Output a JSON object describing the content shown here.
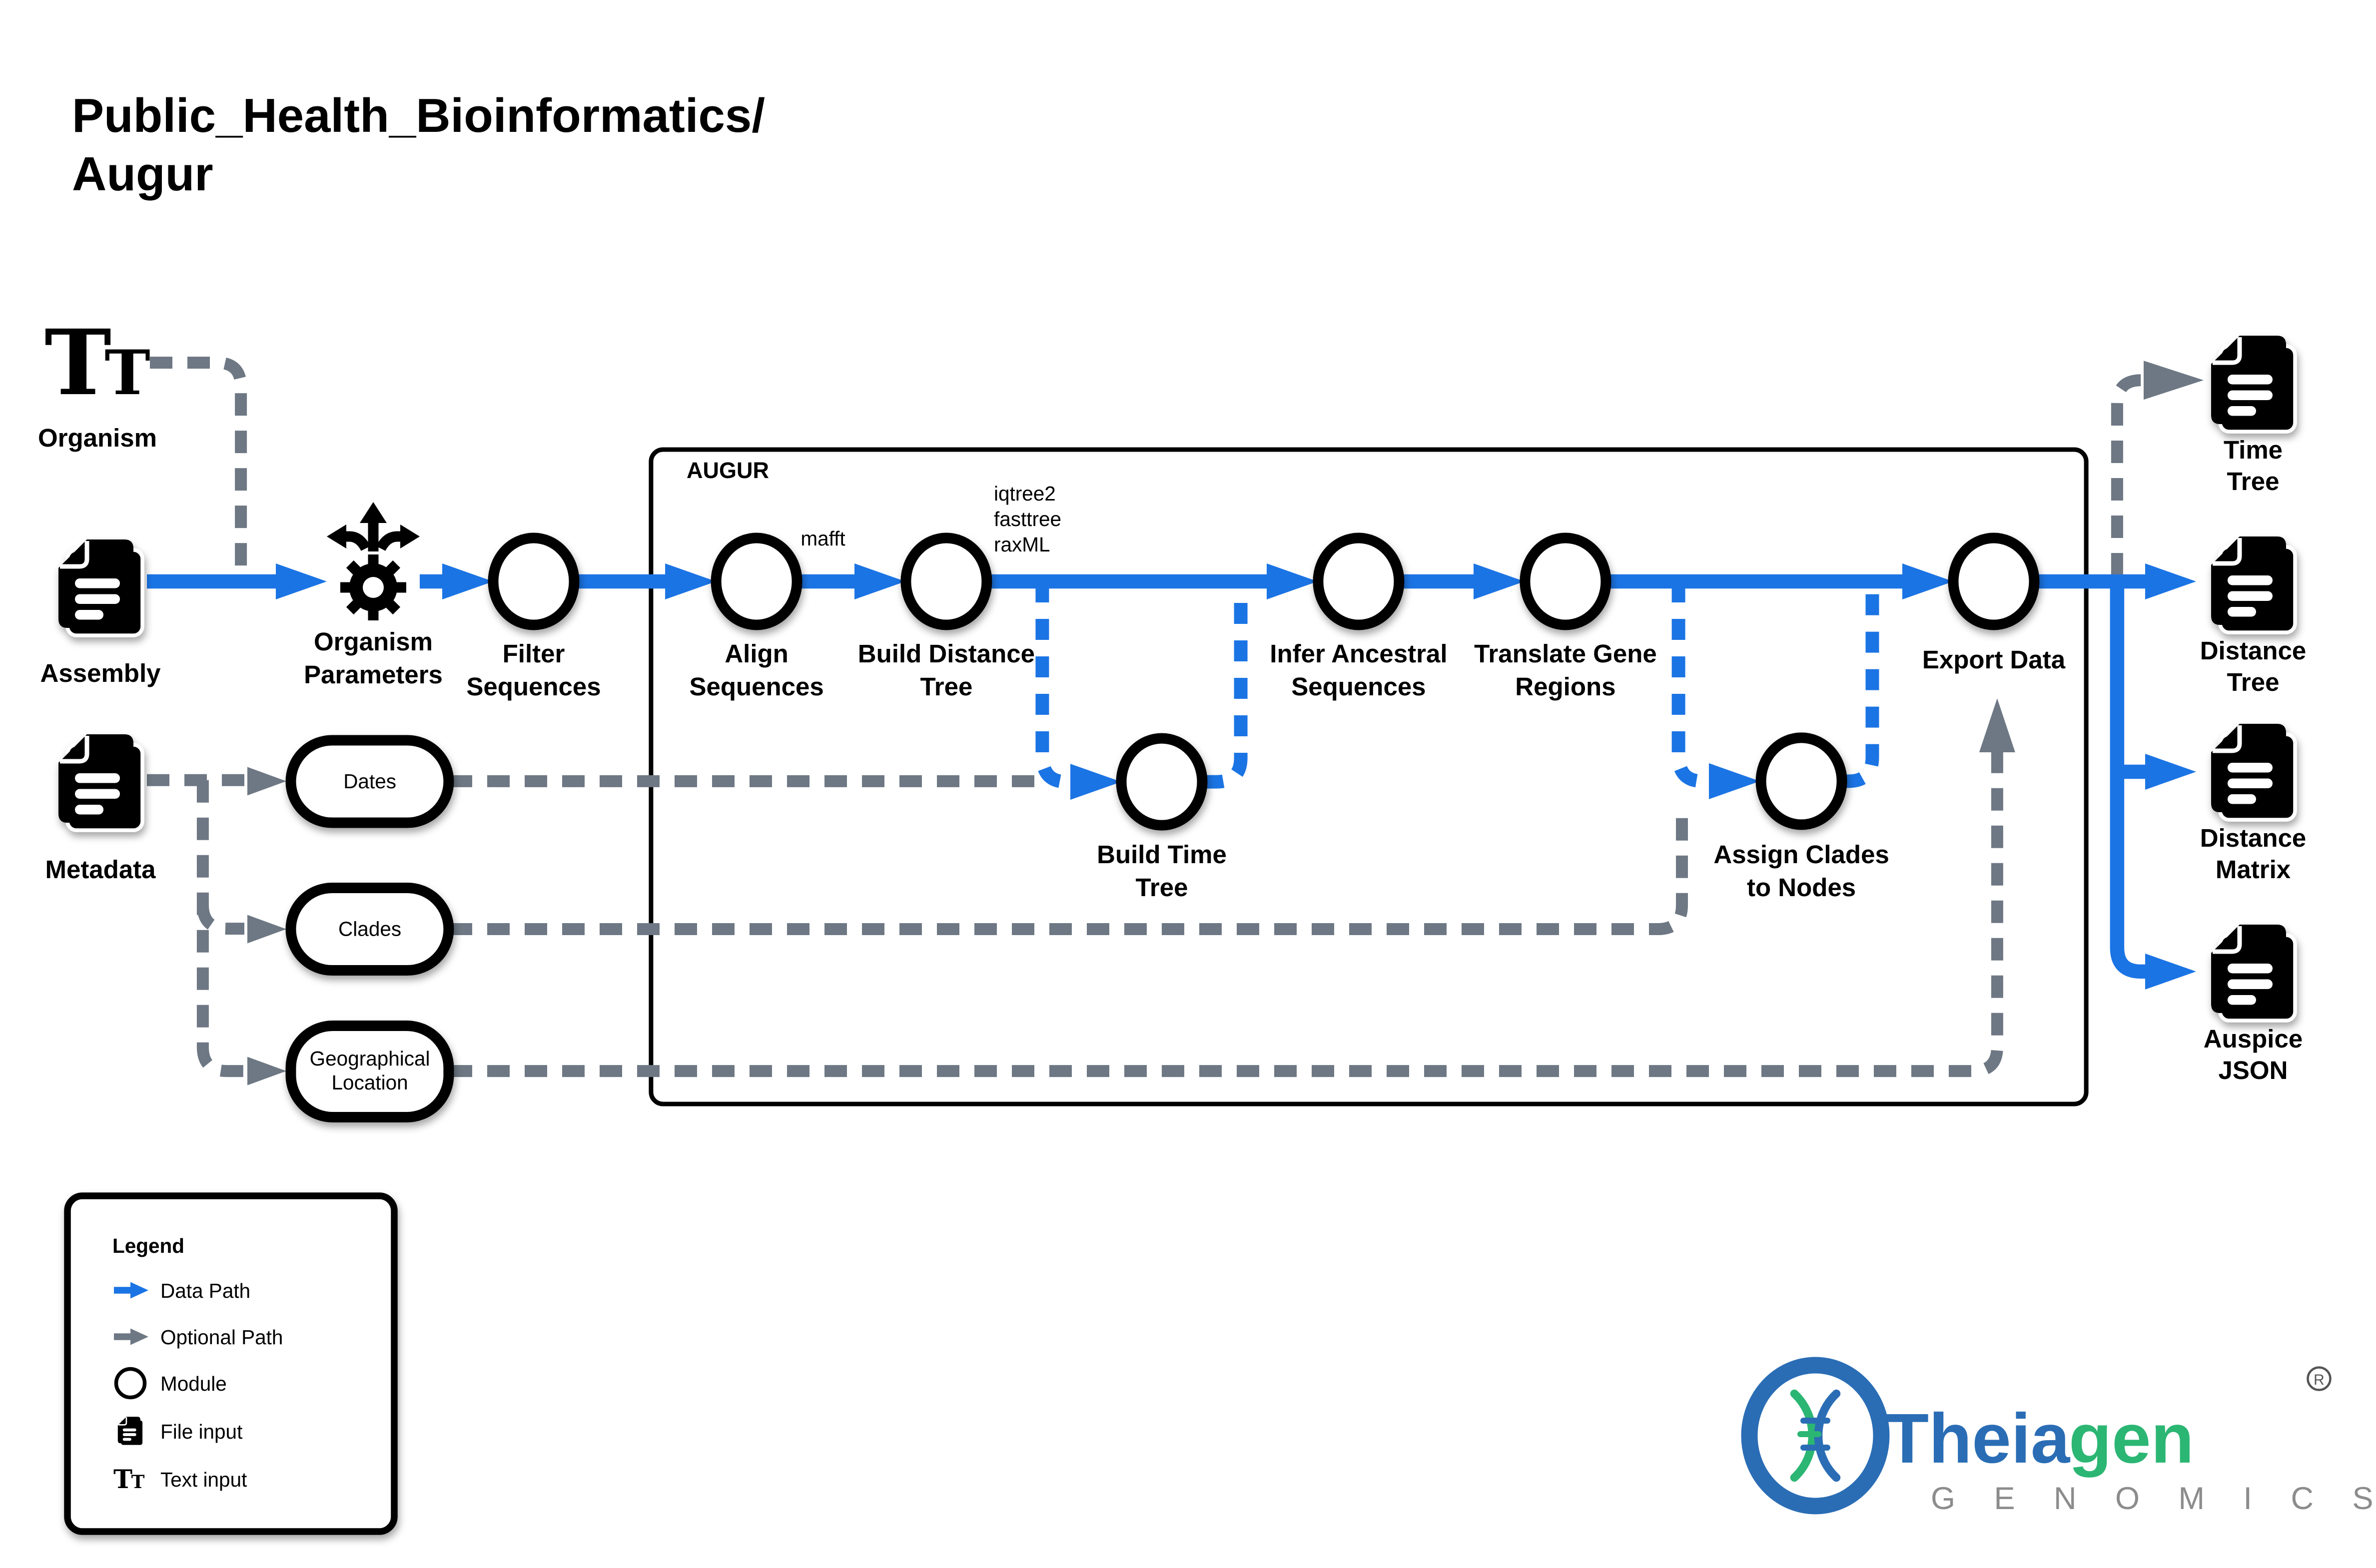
{
  "title": {
    "line1": "Public_Health_Bioinformatics/",
    "line2": "Augur"
  },
  "colors": {
    "data_path_blue": "#1b74e4",
    "optional_path_gray": "#6e7884",
    "module_stroke": "#000000",
    "logo_blue": "#2a6db5",
    "logo_green": "#2bb673",
    "logo_gray": "#8c8c8c"
  },
  "inputs": {
    "organism": {
      "label": "Organism",
      "icon": "text-input-icon"
    },
    "assembly": {
      "label": "Assembly",
      "icon": "file-input-icon"
    },
    "metadata": {
      "label": "Metadata",
      "icon": "file-input-icon"
    }
  },
  "parameters": {
    "organism_parameters": {
      "line1": "Organism",
      "line2": "Parameters",
      "icon": "gear-directions-icon"
    }
  },
  "pills": {
    "dates": {
      "label": "Dates"
    },
    "clades": {
      "label": "Clades"
    },
    "geo": {
      "line1": "Geographical",
      "line2": "Location"
    }
  },
  "augur_box": {
    "label": "AUGUR"
  },
  "modules": {
    "filter": {
      "line1": "Filter",
      "line2": "Sequences"
    },
    "align": {
      "line1": "Align",
      "line2": "Sequences",
      "tool": "mafft"
    },
    "build_distance": {
      "line1": "Build Distance",
      "line2": "Tree",
      "tools": {
        "l1": "iqtree2",
        "l2": "fasttree",
        "l3": "raxML"
      }
    },
    "build_time": {
      "line1": "Build Time",
      "line2": "Tree"
    },
    "infer_ancestral": {
      "line1": "Infer Ancestral",
      "line2": "Sequences"
    },
    "translate_gene": {
      "line1": "Translate Gene",
      "line2": "Regions"
    },
    "assign_clades": {
      "line1": "Assign Clades",
      "line2": "to Nodes"
    },
    "export_data": {
      "label": "Export Data"
    }
  },
  "outputs": {
    "time_tree": {
      "line1": "Time",
      "line2": "Tree"
    },
    "distance_tree": {
      "line1": "Distance",
      "line2": "Tree"
    },
    "distance_matrix": {
      "line1": "Distance",
      "line2": "Matrix"
    },
    "auspice_json": {
      "line1": "Auspice",
      "line2": "JSON"
    }
  },
  "legend": {
    "title": "Legend",
    "items": [
      {
        "label": "Data Path",
        "icon": "blue-arrow-icon"
      },
      {
        "label": "Optional Path",
        "icon": "gray-arrow-icon"
      },
      {
        "label": "Module",
        "icon": "circle-icon"
      },
      {
        "label": "File input",
        "icon": "file-icon"
      },
      {
        "label": "Text input",
        "icon": "text-input-icon"
      }
    ]
  },
  "logo": {
    "brand_part1": "Theia",
    "brand_part2": "gen",
    "subtitle": "G E N O M I C S",
    "registered": "R"
  }
}
